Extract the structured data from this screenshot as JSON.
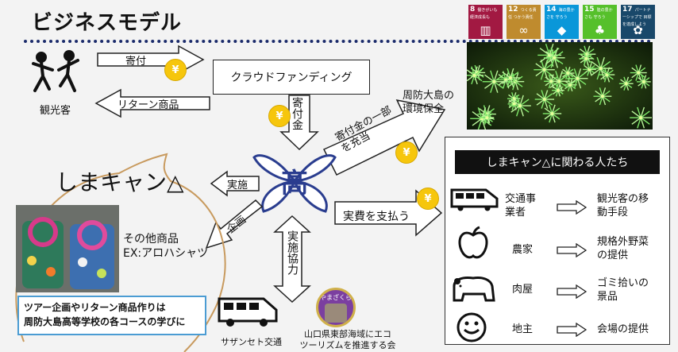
{
  "title": "ビジネスモデル",
  "sdgs": [
    {
      "num": "8",
      "label": "働きがいも 経済成長も",
      "color": "#a21942",
      "icon": "chart-icon"
    },
    {
      "num": "12",
      "label": "つくる責任 つかう責任",
      "color": "#bf8b2e",
      "icon": "infinity-icon"
    },
    {
      "num": "14",
      "label": "海の豊かさを 守ろう",
      "color": "#0a97d9",
      "icon": "fish-icon"
    },
    {
      "num": "15",
      "label": "陸の豊かさも 守ろう",
      "color": "#56c02b",
      "icon": "tree-icon"
    },
    {
      "num": "17",
      "label": "パートナーシップで 目標を達成しよう",
      "color": "#19486a",
      "icon": "flower-icon"
    }
  ],
  "tourist_label": "観光客",
  "arrow_donation": "寄付",
  "arrow_return": "リターン商品",
  "crowdfunding": "クラウドファンディング",
  "donation_money": "寄付金",
  "env_arrow": "寄付金の一部を充当",
  "env_label": "周防大島の環境保全",
  "coin_symbol": "¥",
  "shima_title": "しまキャン△",
  "arrow_impl": "実施",
  "arrow_plan": "企画",
  "school_kanji": "髙",
  "other_goods": "その他商品",
  "aloha": "EX:アロハシャツ",
  "note_line1": "ツアー企画やリターン商品作りは",
  "note_line2": "周防大島高等学校の各コースの学びに",
  "cooperation": "実施協力",
  "bus_label": "サザンセト交通",
  "yamazakura": "やまざくら",
  "yamazakura_line1": "山口県東部海域にエコ",
  "yamazakura_line2": "ツーリズムを推進する会",
  "expense_arrow": "実費を支払う",
  "people_title": "しまキャン△に関わる人たち",
  "people": [
    {
      "who": "交通事業者",
      "what": "観光客の移動手段",
      "icon": "bus-icon"
    },
    {
      "who": "農家",
      "what": "規格外野菜の提供",
      "icon": "apple-icon"
    },
    {
      "who": "肉屋",
      "what": "ゴミ拾いの景品",
      "icon": "bear-icon"
    },
    {
      "who": "地主",
      "what": "会場の提供",
      "icon": "smiley-icon"
    }
  ]
}
